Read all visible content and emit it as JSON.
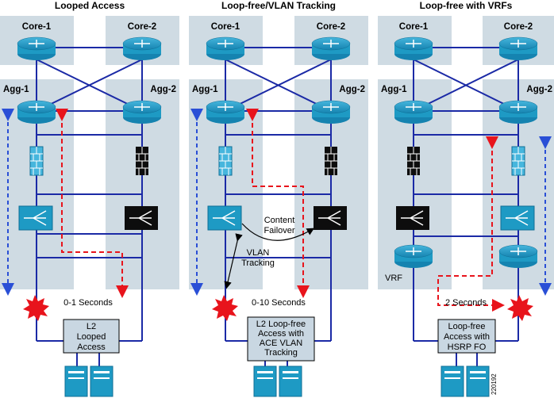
{
  "figure_id": "220192",
  "panels": [
    {
      "title": "Looped Access",
      "core_left": "Core-1",
      "core_right": "Core-2",
      "agg_left": "Agg-1",
      "agg_right": "Agg-2",
      "time_label": "0-1 Seconds",
      "box_lines": [
        "L2",
        "Looped",
        "Access"
      ]
    },
    {
      "title": "Loop-free/VLAN Tracking",
      "core_left": "Core-1",
      "core_right": "Core-2",
      "agg_left": "Agg-1",
      "agg_right": "Agg-2",
      "time_label": "0-10 Seconds",
      "box_lines": [
        "L2 Loop-free",
        "Access with",
        "ACE VLAN",
        "Tracking"
      ],
      "annotation_content": [
        "Content",
        "Failover"
      ],
      "annotation_vlan": [
        "VLAN",
        "Tracking"
      ]
    },
    {
      "title": "Loop-free with VRFs",
      "core_left": "Core-1",
      "core_right": "Core-2",
      "agg_left": "Agg-1",
      "agg_right": "Agg-2",
      "time_label": "2 Seconds",
      "box_lines": [
        "Loop-free",
        "Access with",
        "HSRP FO"
      ],
      "vrf_label": "VRF"
    }
  ],
  "colors": {
    "shading": "#cfdbe3",
    "line": "#1b2aa6",
    "router": "#1e9ac4",
    "black_device": "#0d0d0d",
    "red_dashed": "#e8141c",
    "blue_dashed": "#2a4fd6",
    "box_fill": "#c9d7e2",
    "explosion": "#e8141c"
  }
}
